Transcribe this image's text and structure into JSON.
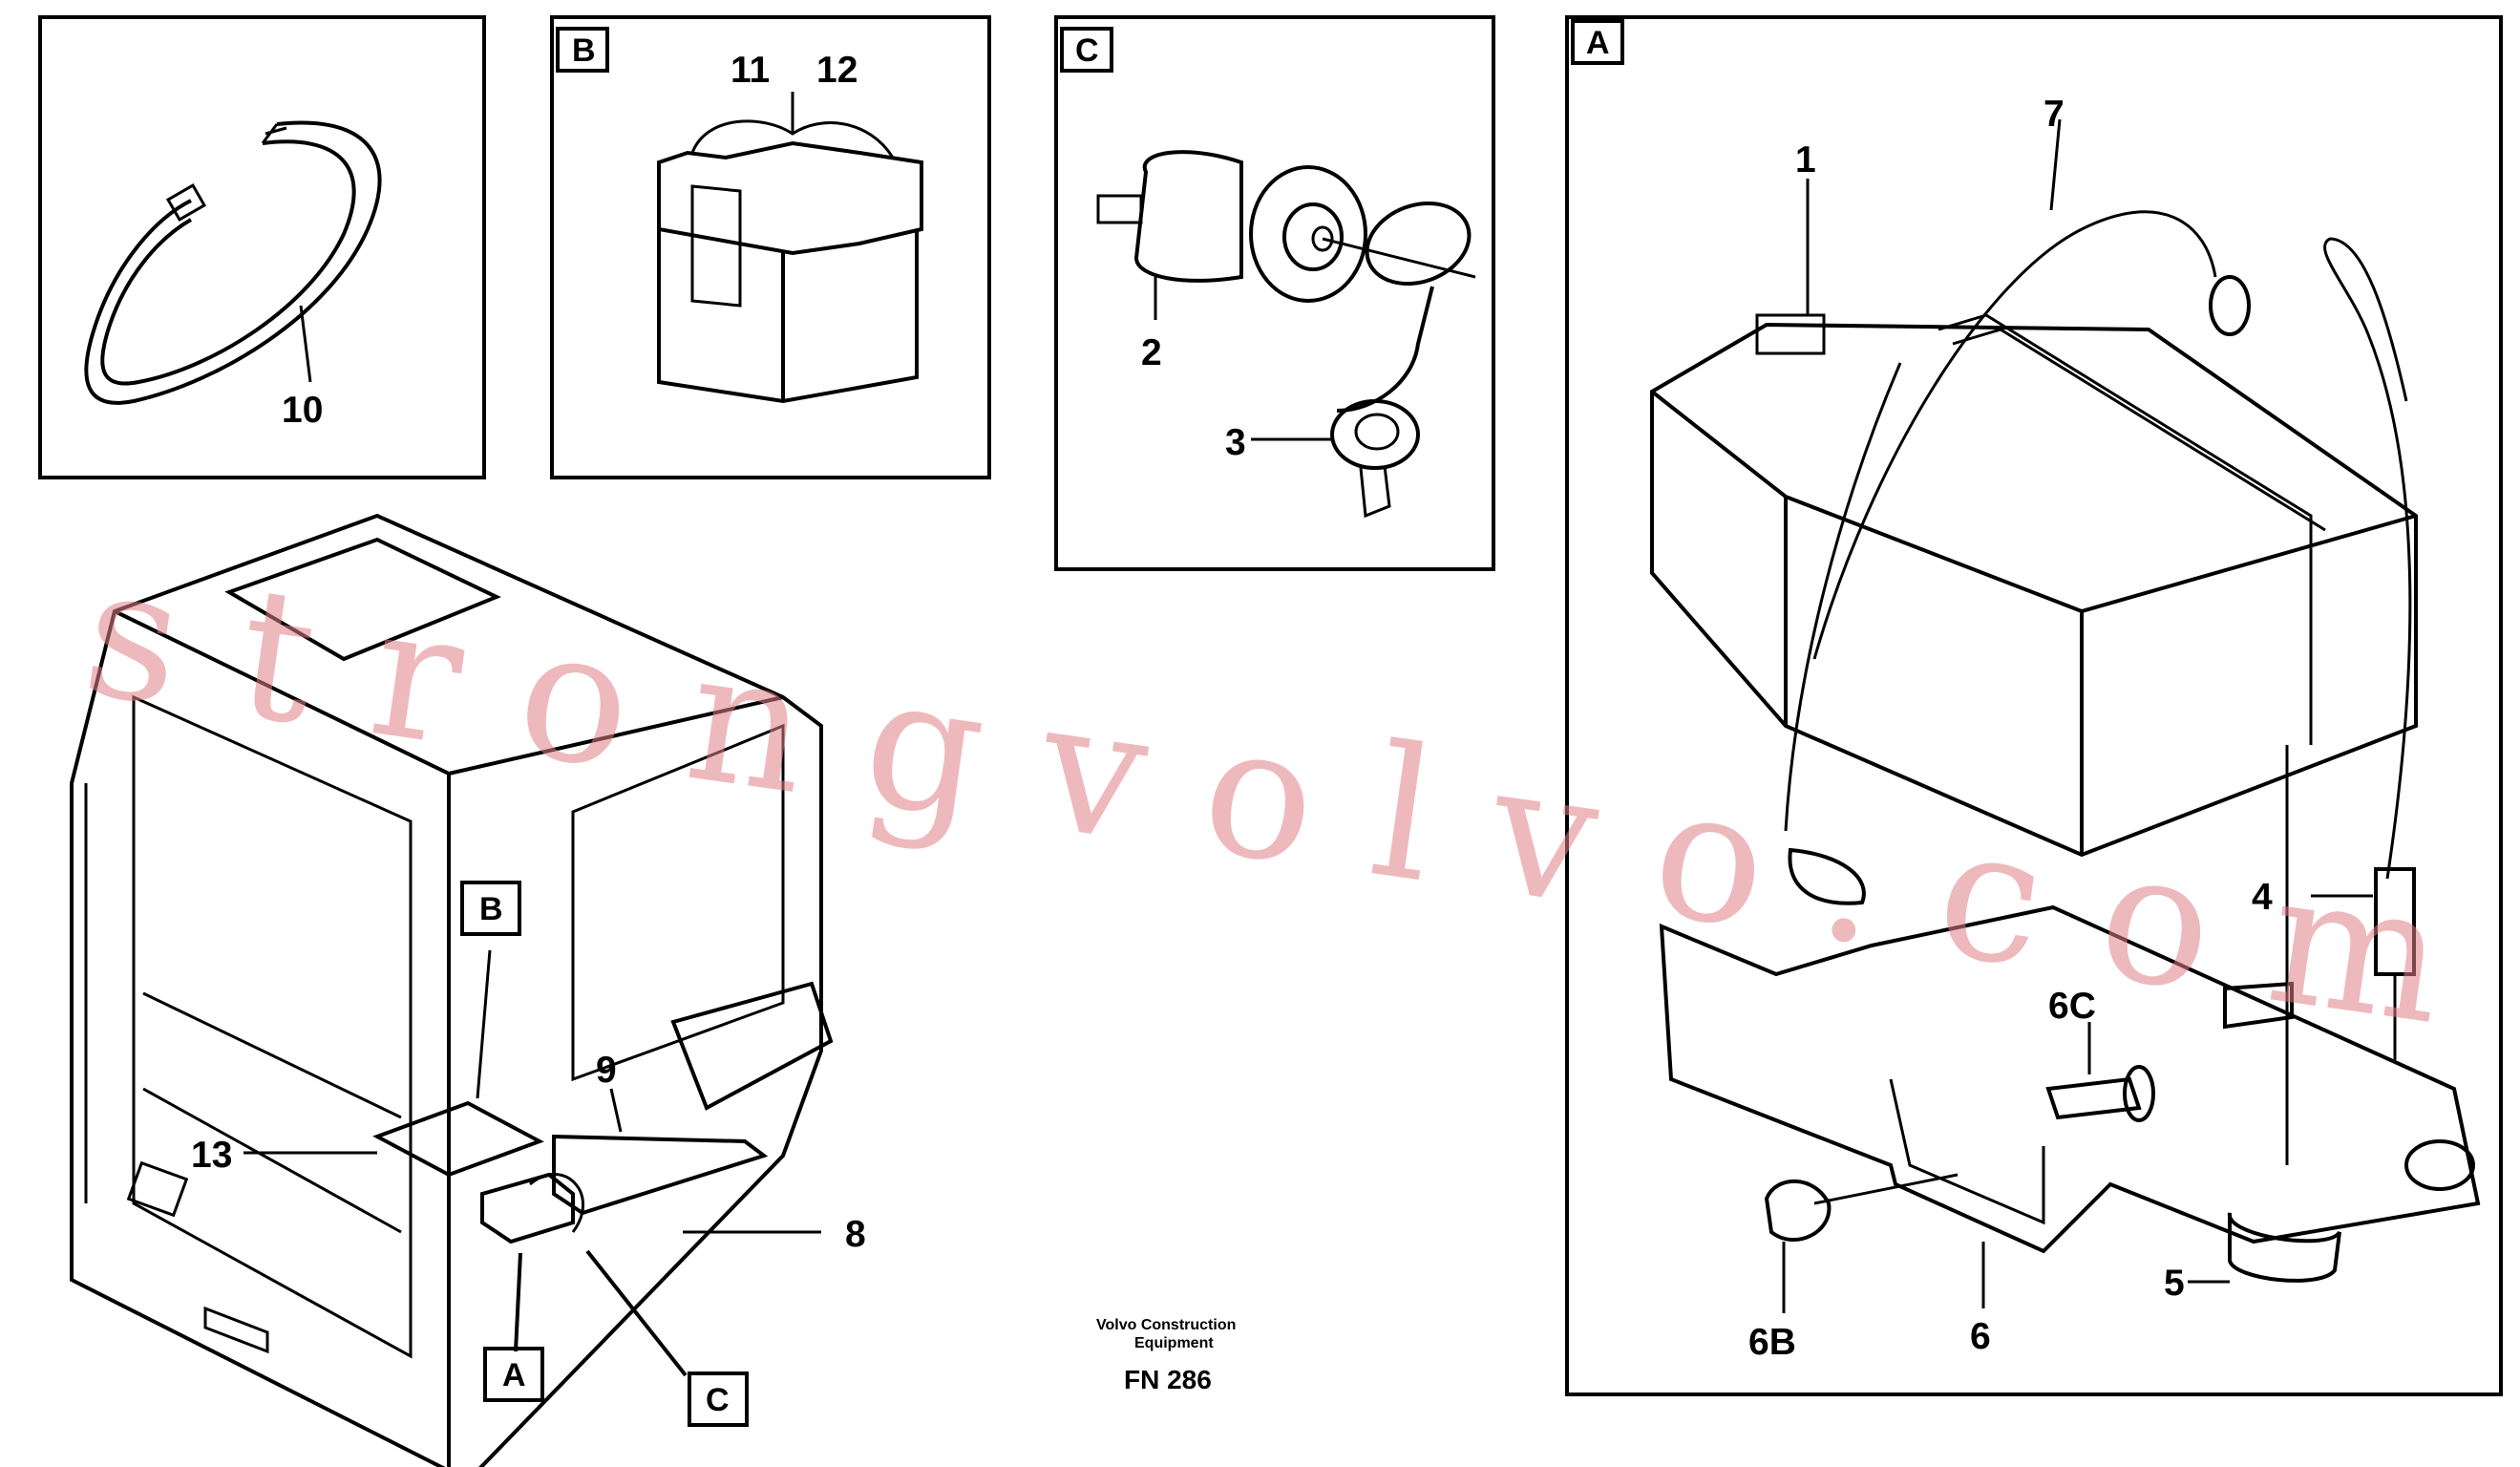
{
  "panels": {
    "strap": {
      "part_label": "10"
    },
    "b": {
      "tag": "B",
      "part_labels": [
        "11",
        "12"
      ]
    },
    "c": {
      "tag": "C",
      "part_labels": [
        "2",
        "3"
      ]
    },
    "a": {
      "tag": "A",
      "part_labels": [
        "1",
        "7",
        "4",
        "6C",
        "5",
        "6B",
        "6"
      ]
    }
  },
  "main_view": {
    "part_labels": [
      "9",
      "13",
      "8"
    ],
    "tags": [
      "B",
      "A",
      "C"
    ]
  },
  "caption": {
    "company_line1": "Volvo Construction",
    "company_line2": "Equipment",
    "figure_no": "FN 286"
  },
  "watermark": "strongvolvo.com",
  "colors": {
    "line": "#000000",
    "watermark": "#e07f86",
    "background": "#ffffff"
  }
}
